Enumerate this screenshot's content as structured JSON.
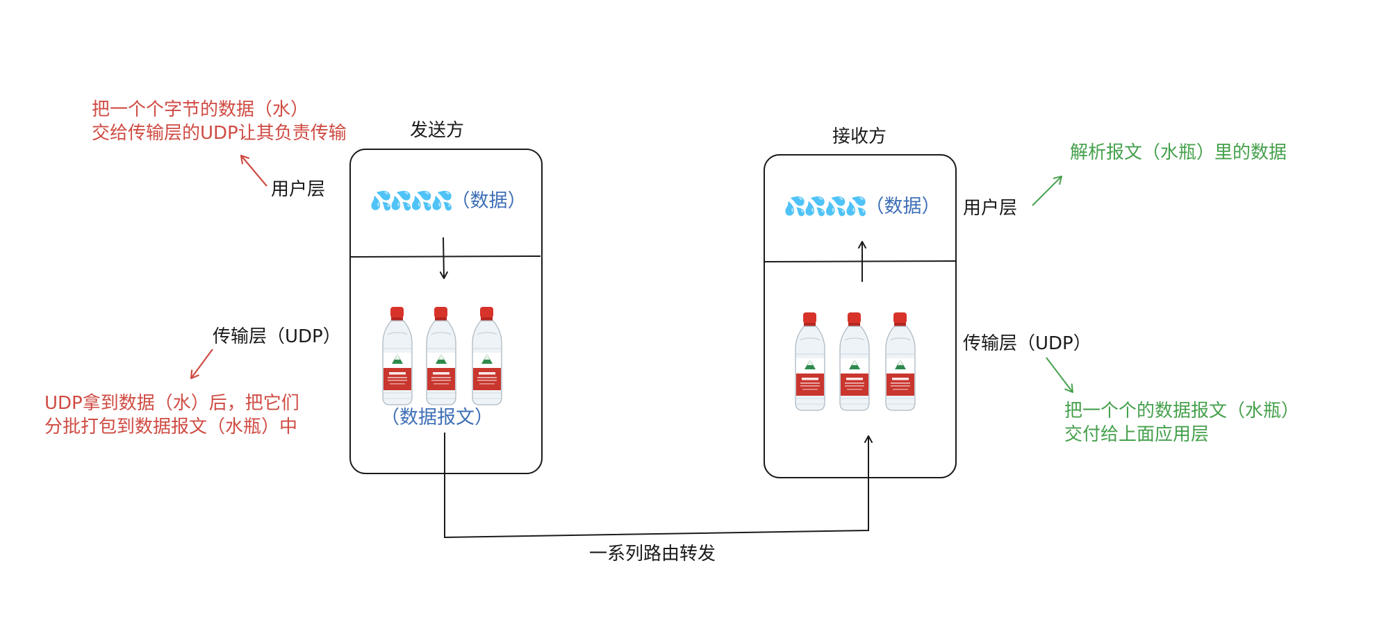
{
  "sender": {
    "title": "发送方",
    "user_layer": "用户层",
    "transport_layer": "传输层（UDP）",
    "water_label": "（数据）",
    "packet_label": "（数据报文）",
    "note_user": [
      "把一个个字节的数据（水）",
      "交给传输层的UDP让其负责传输"
    ],
    "note_transport": [
      "UDP拿到数据（水）后，把它们",
      "分批打包到数据报文（水瓶）中"
    ]
  },
  "receiver": {
    "title": "接收方",
    "user_layer": "用户层",
    "transport_layer": "传输层（UDP）",
    "water_label": "（数据）",
    "note_user": "解析报文（水瓶）里的数据",
    "note_transport": [
      "把一个个的数据报文（水瓶）",
      "交付给上面应用层"
    ]
  },
  "route_label": "一系列路由转发",
  "colors": {
    "ink": "#1a1a1a",
    "note_red": "#cf4b43",
    "note_green": "#45a04c",
    "label_blue": "#3e6fb6",
    "water_blue": "#5aaee8",
    "bottle_cap": "#d8332b",
    "bottle_label": "#c9362e"
  },
  "icons": {
    "water": "water-drops-icon",
    "bottle": "water-bottle-icon"
  }
}
